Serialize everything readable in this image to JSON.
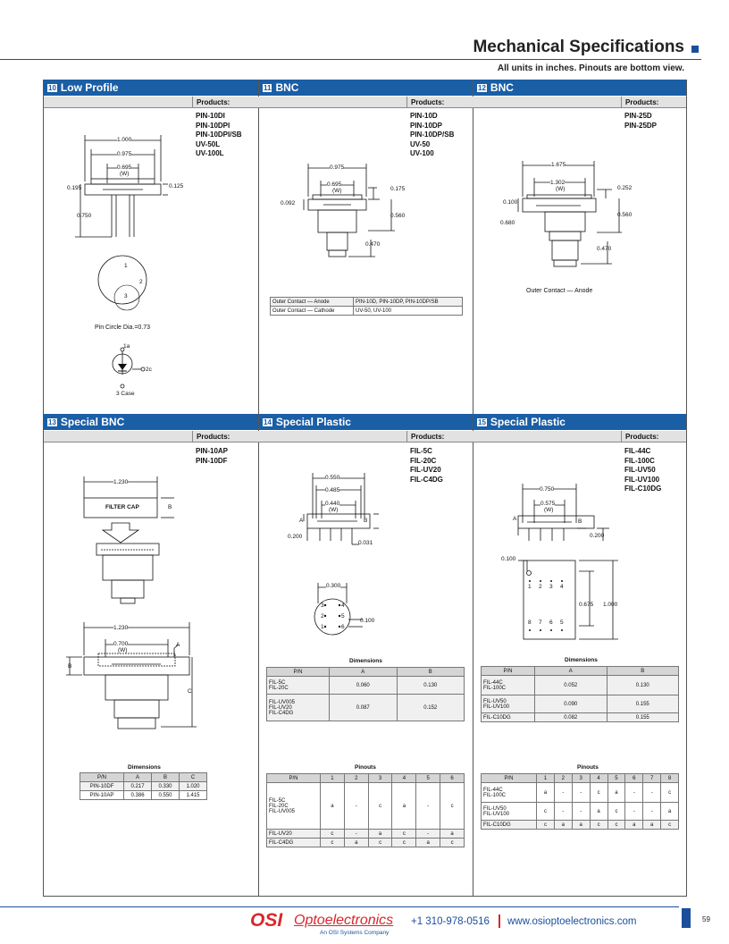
{
  "header": {
    "title": "Mechanical Specifications",
    "subtitle": "All units in inches. Pinouts are bottom view."
  },
  "colors": {
    "accent": "#1a5ea6",
    "logo_red": "#d9262c"
  },
  "products_label": "Products:",
  "sections": [
    {
      "num": "10",
      "title": "Low Profile",
      "products": [
        "PIN-10DI",
        "PIN-10DPI",
        "PIN-10DPI/SB",
        "UV-50L",
        "UV-100L"
      ],
      "dims": {
        "d1": "1.000",
        "d2": "0.975",
        "d3": "0.695",
        "w": "(W)",
        "d4": "0.195",
        "d5": "0.125",
        "d6": "0.750",
        "pin1": "1",
        "pin2": "2",
        "pin3": "3"
      },
      "pin_circle": "Pin Circle Dia.=0.73",
      "schem": {
        "a": "1a",
        "b": "2c",
        "c": "3 Case"
      }
    },
    {
      "num": "11",
      "title": "BNC",
      "products": [
        "PIN-10D",
        "PIN-10DP",
        "PIN-10DP/SB",
        "UV-50",
        "UV-100"
      ],
      "dims": {
        "d1": "0.975",
        "d2": "0.695",
        "w": "(W)",
        "d3": "0.175",
        "d4": "0.092",
        "d5": "0.560",
        "d6": "0.470"
      },
      "contacts": [
        [
          "Outer Contact — Anode",
          "PIN-10D, PIN-10DP, PIN-10DP/SB"
        ],
        [
          "Outer Contact — Cathode",
          "UV-50, UV-100"
        ]
      ]
    },
    {
      "num": "12",
      "title": "BNC",
      "products": [
        "PIN-25D",
        "PIN-25DP"
      ],
      "dims": {
        "d1": "1.675",
        "d2": "1.302",
        "w": "(W)",
        "d3": "0.252",
        "d4": "0.100",
        "d5": "0.680",
        "d6": "0.560",
        "d7": "0.470"
      },
      "note": "Outer Contact — Anode"
    },
    {
      "num": "13",
      "title": "Special BNC",
      "products": [
        "PIN-10AP",
        "PIN-10DF"
      ],
      "dims": {
        "d1": "1.230",
        "cap": "FILTER CAP",
        "b": "B",
        "d2": "1.230",
        "d3": "0.700",
        "w": "(W)",
        "a": "A",
        "b2": "B",
        "c": "C"
      },
      "table_title": "Dimensions",
      "table": {
        "headers": [
          "P/N",
          "A",
          "B",
          "C"
        ],
        "rows": [
          [
            "PIN-10DF",
            "0.217",
            "0.330",
            "1.020"
          ],
          [
            "PIN-10AP",
            "0.386",
            "0.550",
            "1.415"
          ]
        ]
      }
    },
    {
      "num": "14",
      "title": "Special Plastic",
      "products": [
        "FIL-5C",
        "FIL-20C",
        "FIL-UV20",
        "FIL-C4DG"
      ],
      "dims": {
        "d1": "0.550",
        "d2": "0.485",
        "d3": "0.440",
        "w": "(W)",
        "a": "A",
        "b": "B",
        "d4": "0.200",
        "d5": "0.031",
        "d6": "0.300",
        "d7": "0.100",
        "p3": "3",
        "p4": "4",
        "p2": "2",
        "p5": "5",
        "p1": "1",
        "p6": "6"
      },
      "dim_title": "Dimensions",
      "dim_table": {
        "headers": [
          "P/N",
          "A",
          "B"
        ],
        "rows": [
          [
            "FIL-5C\nFIL-20C",
            "0.060",
            "0.130"
          ],
          [
            "FIL-UV005\nFIL-UV20\nFIL-C4DG",
            "0.087",
            "0.152"
          ]
        ]
      },
      "pin_title": "Pinouts",
      "pin_table": {
        "headers": [
          "P/N",
          "1",
          "2",
          "3",
          "4",
          "5",
          "6"
        ],
        "rows": [
          [
            "FIL-5C\nFIL-20C\nFIL-UV005",
            "a",
            "-",
            "c",
            "a",
            "-",
            "c"
          ],
          [
            "FIL-UV20",
            "c",
            "-",
            "a",
            "c",
            "-",
            "a"
          ],
          [
            "FIL-C4DG",
            "c",
            "a",
            "c",
            "c",
            "a",
            "c"
          ]
        ]
      }
    },
    {
      "num": "15",
      "title": "Special Plastic",
      "products": [
        "FIL-44C",
        "FIL-100C",
        "FIL-UV50",
        "FIL-UV100",
        "FIL-C10DG"
      ],
      "dims": {
        "d1": "0.750",
        "d2": "0.575",
        "w": "(W)",
        "a": "A",
        "b": "B",
        "d3": "0.200",
        "d4": "0.100",
        "d5": "0.675",
        "d6": "1.000",
        "p1": "1",
        "p2": "2",
        "p3": "3",
        "p4": "4",
        "p8": "8",
        "p7": "7",
        "p6": "6",
        "p5": "5"
      },
      "dim_title": "Dimensions",
      "dim_table": {
        "headers": [
          "P/N",
          "A",
          "B"
        ],
        "rows": [
          [
            "FIL-44C\nFIL-100C",
            "0.052",
            "0.130"
          ],
          [
            "FIL-UV50\nFIL-UV100",
            "0.090",
            "0.155"
          ],
          [
            "FIL-C10DG",
            "0.082",
            "0.155"
          ]
        ]
      },
      "pin_title": "Pinouts",
      "pin_table": {
        "headers": [
          "P/N",
          "1",
          "2",
          "3",
          "4",
          "5",
          "6",
          "7",
          "8"
        ],
        "rows": [
          [
            "FIL-44C\nFIL-100C",
            "a",
            "-",
            "-",
            "c",
            "a",
            "-",
            "-",
            "c"
          ],
          [
            "FIL-UV50\nFIL-UV100",
            "c",
            "-",
            "-",
            "a",
            "c",
            "-",
            "-",
            "a"
          ],
          [
            "FIL-C10DG",
            "c",
            "a",
            "a",
            "c",
            "c",
            "a",
            "a",
            "c"
          ]
        ]
      }
    }
  ],
  "footer": {
    "logo": "OSI",
    "logo2": "Optoelectronics",
    "sub": "An OSI Systems Company",
    "phone": "+1 310-978-0516",
    "url": "www.osioptoelectronics.com",
    "page": "59"
  }
}
